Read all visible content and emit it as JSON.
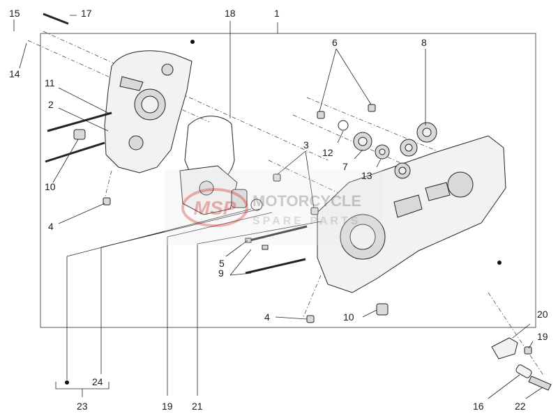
{
  "diagram": {
    "callouts": [
      "1",
      "2",
      "3",
      "4",
      "4",
      "5",
      "6",
      "7",
      "8",
      "9",
      "10",
      "10",
      "11",
      "12",
      "13",
      "14",
      "15",
      "16",
      "17",
      "18",
      "19",
      "19",
      "20",
      "21",
      "22",
      "23",
      "24"
    ]
  },
  "watermark": {
    "logo_text": "MSP",
    "brand_line1": "MOTORCYCLE",
    "brand_line2": "SPARE PARTS",
    "color": "#d9534f"
  },
  "colors": {
    "line": "#222222",
    "part_fill": "#f2f2f2",
    "frame": "#555555"
  }
}
